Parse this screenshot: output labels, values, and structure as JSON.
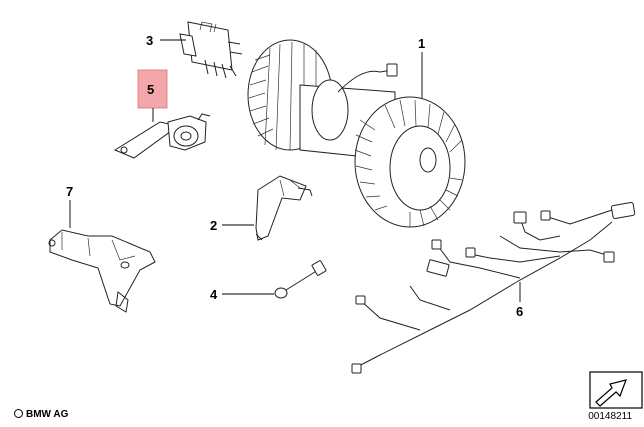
{
  "diagram": {
    "callouts": [
      {
        "id": "1",
        "label": "1"
      },
      {
        "id": "2",
        "label": "2"
      },
      {
        "id": "3",
        "label": "3"
      },
      {
        "id": "4",
        "label": "4"
      },
      {
        "id": "5",
        "label": "5",
        "highlighted": true
      },
      {
        "id": "6",
        "label": "6"
      },
      {
        "id": "7",
        "label": "7"
      }
    ],
    "highlight_color": "#f4a7aa",
    "line_color": "#222222"
  },
  "footer": {
    "brand": "BMW AG",
    "diagram_number": "00148211"
  },
  "icons": {
    "nav_arrow": "arrow-icon"
  }
}
